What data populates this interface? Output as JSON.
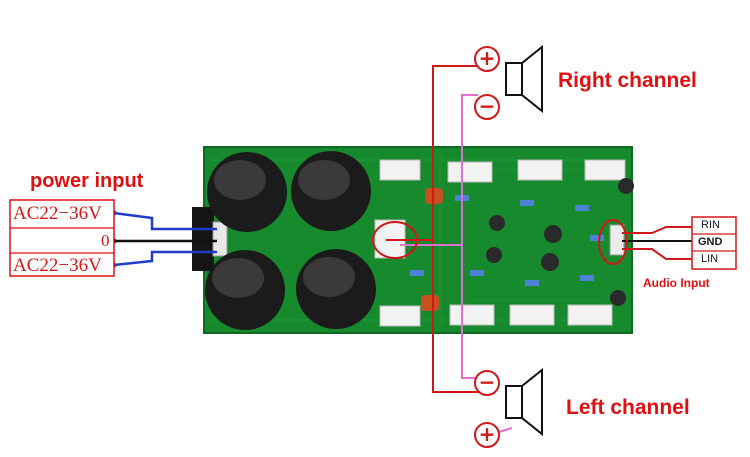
{
  "labels": {
    "right_channel": "Right channel",
    "left_channel": "Left channel",
    "power_input": "power input",
    "audio_input": "Audio Input"
  },
  "power_terminals": [
    "AC22−36V",
    "0",
    "AC22−36V"
  ],
  "audio_terminals": [
    "RIN",
    "GND",
    "LIN"
  ],
  "speaker_polarity": {
    "plus": "+",
    "minus": "−"
  },
  "icons": [
    "speaker-icon",
    "capacitor-icon"
  ],
  "colors": {
    "label_red": "#e01010",
    "wire_blue": "#1e3cc8",
    "wire_red": "#d01818",
    "wire_pink": "#e070d0",
    "pcb_green": "#178a2e"
  }
}
